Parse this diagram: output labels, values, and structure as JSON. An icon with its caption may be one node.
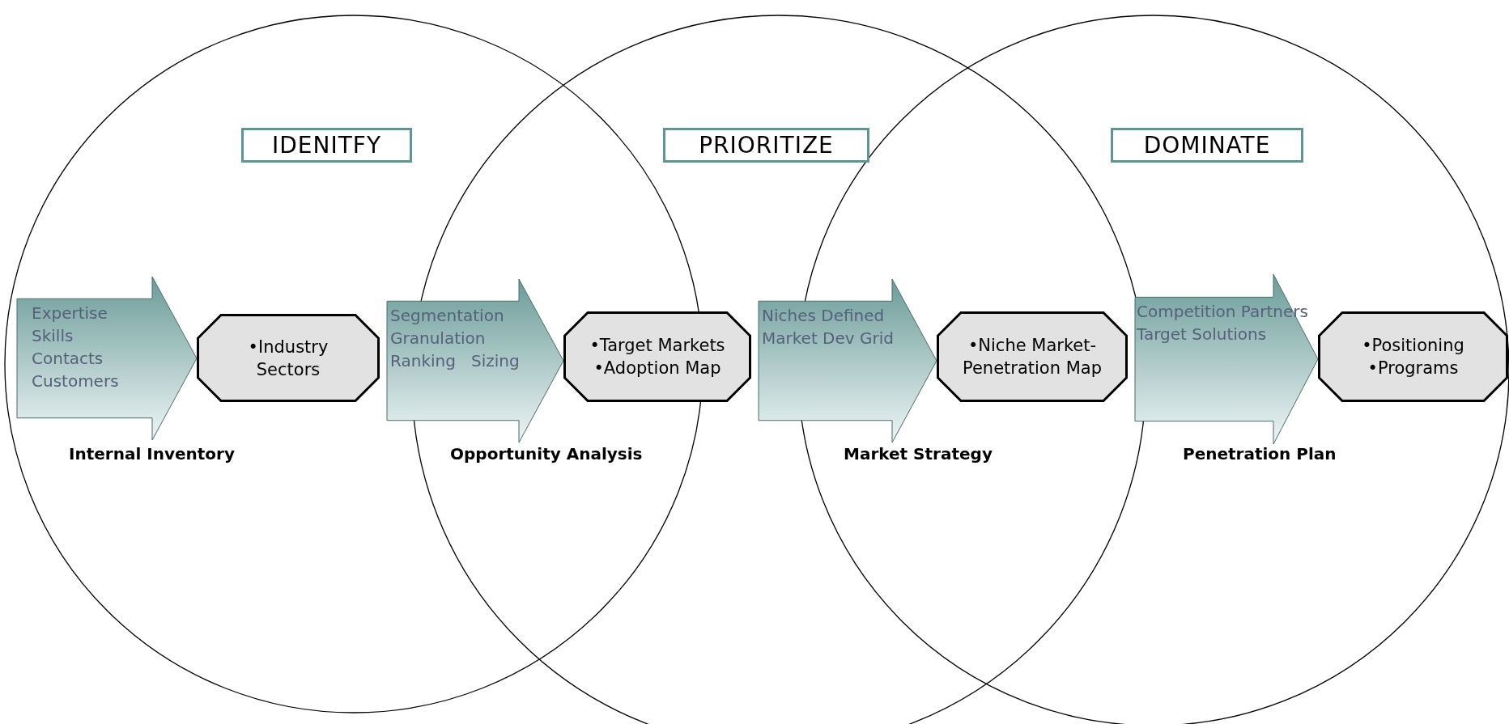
{
  "diagram": {
    "nodes": [
      {
        "text": [
          "IDENITFY"
        ]
      },
      {
        "text": [
          "PRIORITIZE"
        ]
      },
      {
        "text": [
          "DOMINATE"
        ]
      },
      {
        "text": [
          "•Industry Sectors"
        ]
      },
      {
        "text": [
          "•Target Markets",
          "•Adoption Map"
        ]
      },
      {
        "text": [
          "•Niche Market-Penetration Map"
        ]
      },
      {
        "text": [
          "•Positioning",
          "•Programs"
        ]
      }
    ],
    "edges": [
      {
        "from": null,
        "to": 3,
        "arrow": "to",
        "label": "Expertise Skills Contacts Customers"
      },
      {
        "from": 3,
        "to": 4,
        "arrow": "to",
        "label": "Segmentation Granulation Ranking   Sizing"
      },
      {
        "from": 4,
        "to": 5,
        "arrow": "to",
        "label": "Niches Defined Market Dev Grid"
      },
      {
        "from": 5,
        "to": 6,
        "arrow": "to",
        "label": "Competition Partners Target Solutions"
      }
    ],
    "labels": [
      "Internal Inventory",
      "Opportunity Analysis",
      "Market Strategy",
      "Penetration Plan"
    ]
  }
}
